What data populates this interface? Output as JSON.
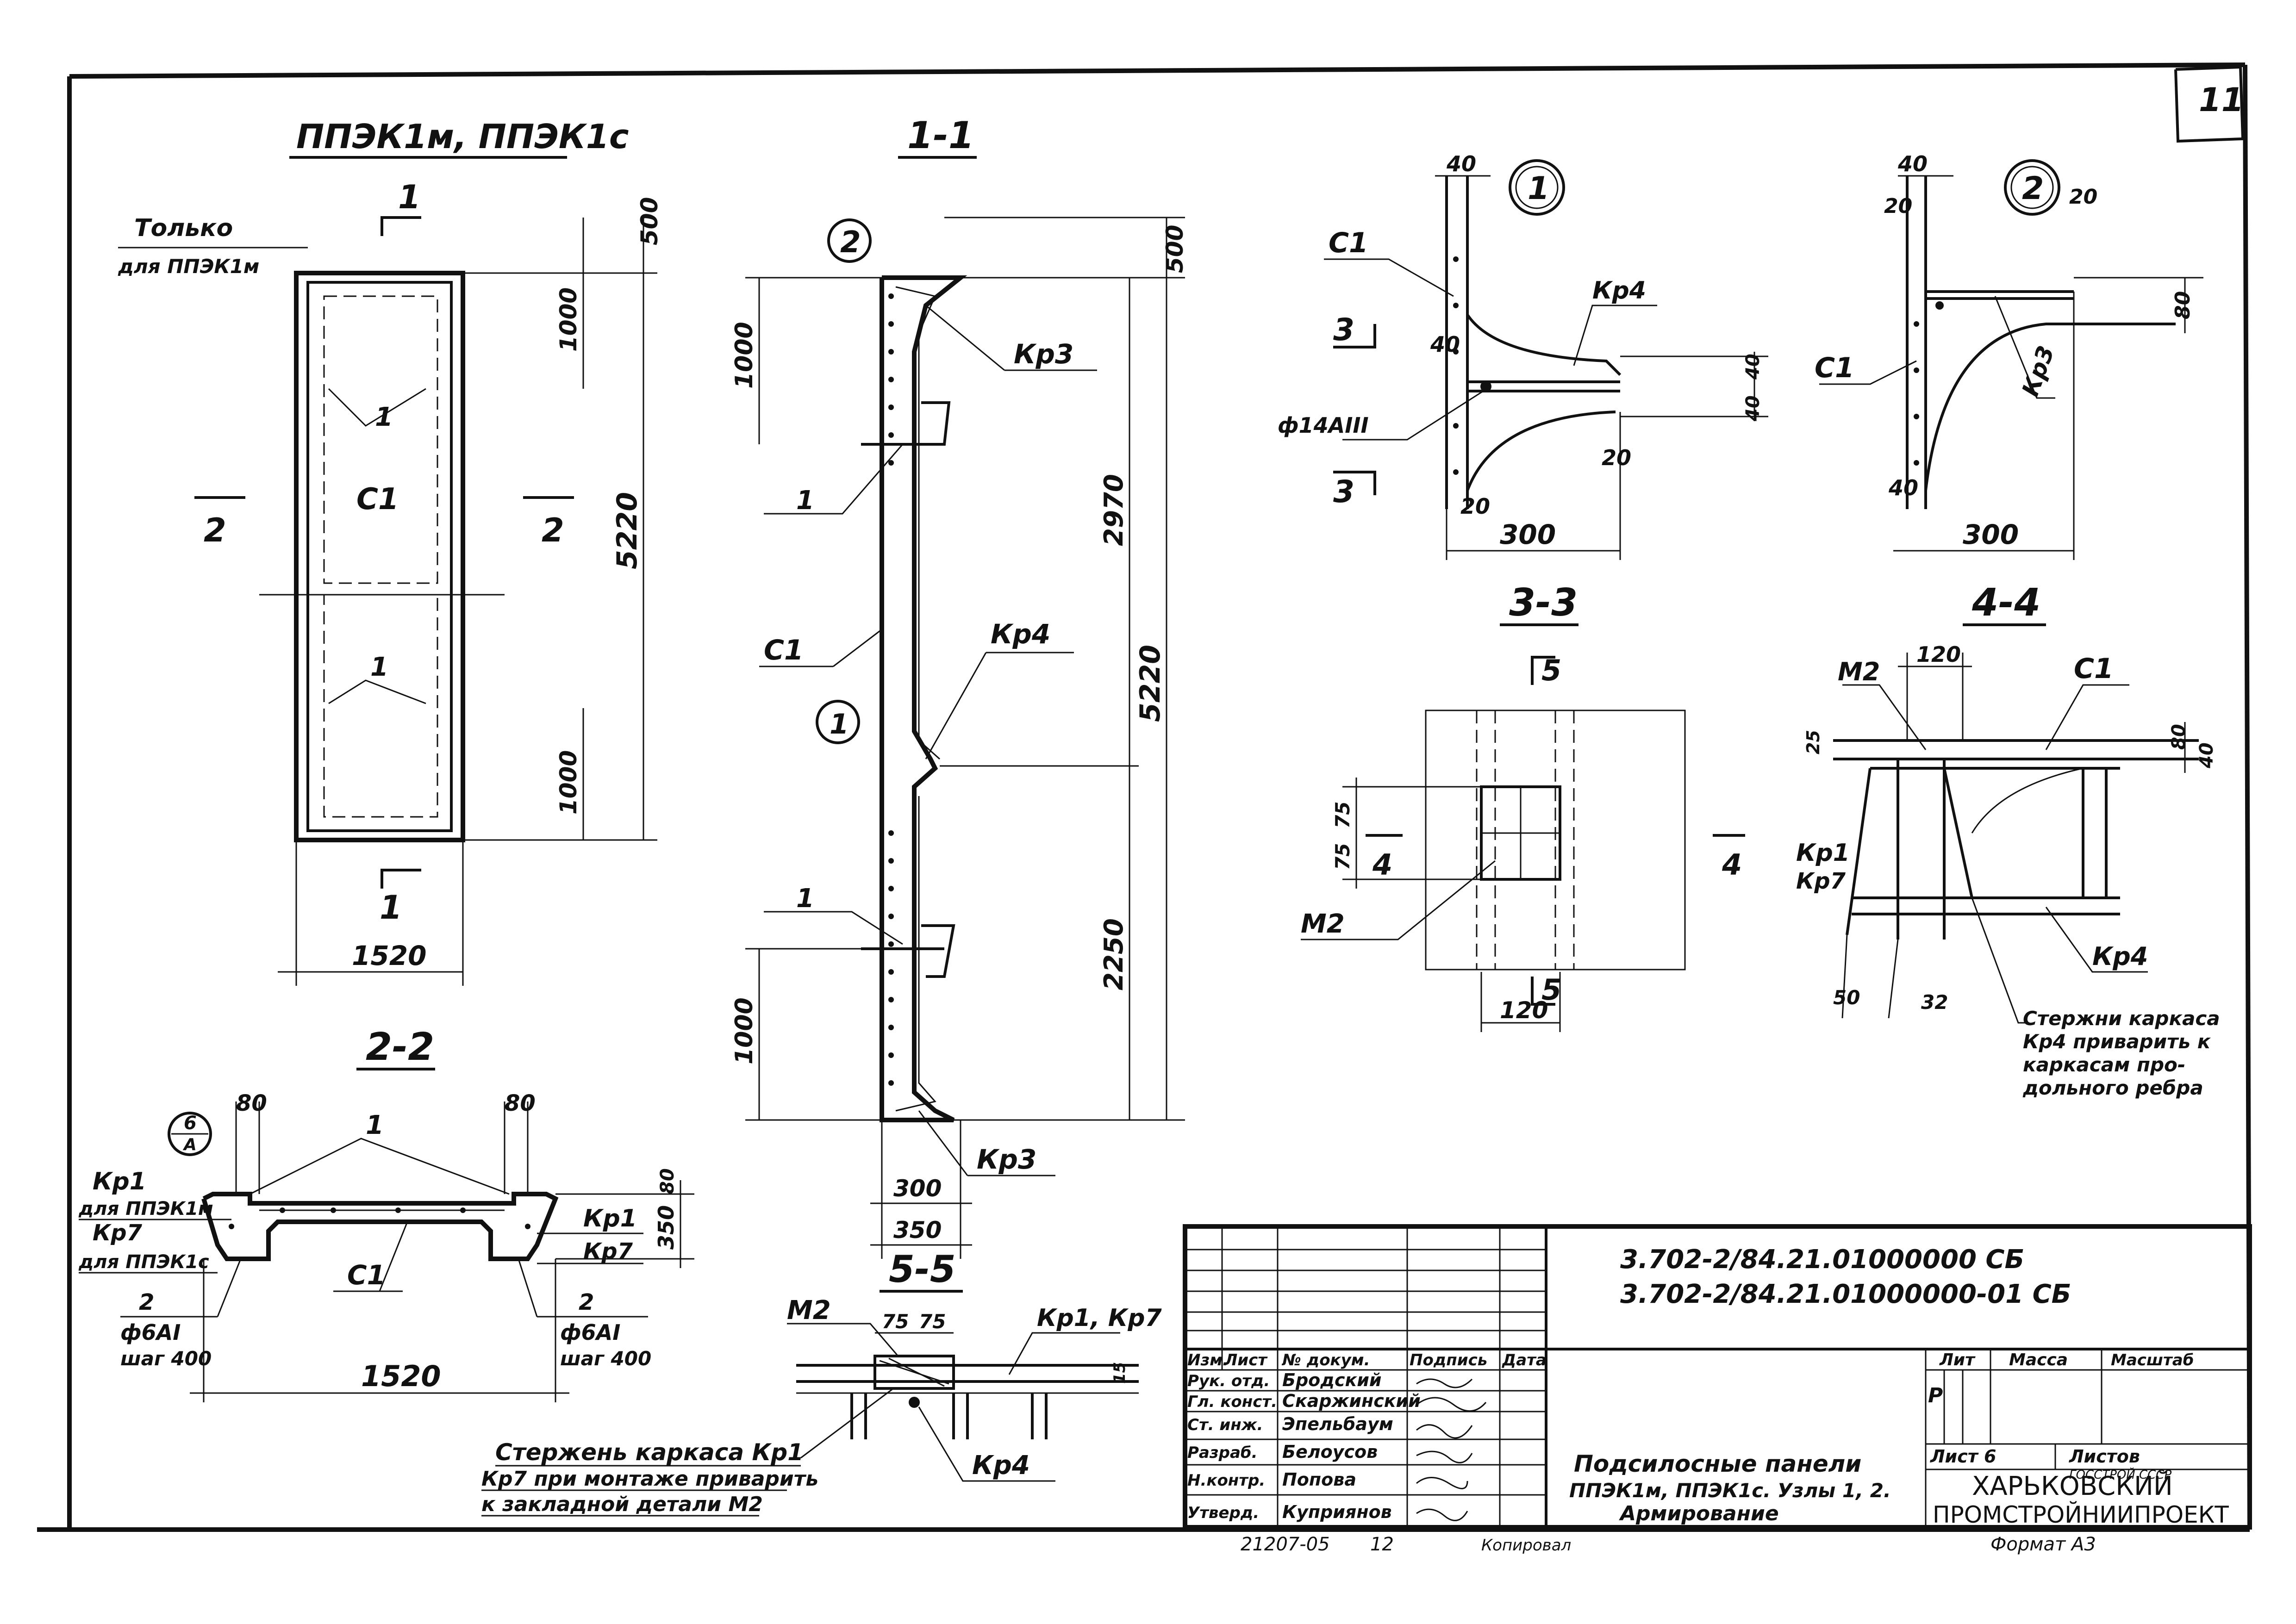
{
  "sheet_number": "11",
  "views": {
    "plan": {
      "title": "ППЭК1м, ППЭК1с",
      "note_line1": "Только",
      "note_line2": "для ППЭК1м",
      "section_mark": "1",
      "section_mark_side": "2",
      "center_label": "С1",
      "leader_label": "1",
      "dim_top": "500",
      "dim_upper": "1000",
      "dim_total": "5220",
      "dim_lower": "1000",
      "dim_width": "1520"
    },
    "section_1_1": {
      "title": "1-1",
      "node_top": "2",
      "node_mid": "1",
      "kr3_top": "Кр3",
      "kr3_bottom": "Кр3",
      "kr4": "Кр4",
      "c1": "С1",
      "leader_1": "1",
      "dim_top": "500",
      "dim_1000a": "1000",
      "dim_2970": "2970",
      "dim_5220": "5220",
      "dim_2250": "2250",
      "dim_1000b": "1000",
      "dim_300": "300",
      "dim_350": "350"
    },
    "node_1": {
      "title": "1",
      "c1": "С1",
      "kp4": "Кр4",
      "rebar": "ф14АIII",
      "sec3": "3",
      "dim_40a": "40",
      "dim_40b": "40",
      "dim_20": "20",
      "dim_20b": "20",
      "dim_300": "300",
      "dim_40c": "40",
      "dim_40d": "40"
    },
    "node_2": {
      "title": "2",
      "c1": "С1",
      "kp3": "Кр3",
      "dim_40": "40",
      "dim_20a": "20",
      "dim_20b": "20",
      "dim_80": "80",
      "dim_40b": "40",
      "dim_300": "300"
    },
    "section_3_3": {
      "title": "3-3",
      "mark5": "5",
      "mark4": "4",
      "m2": "М2",
      "dim_75a": "75",
      "dim_75b": "75",
      "dim_120": "120"
    },
    "section_4_4": {
      "title": "4-4",
      "m2": "М2",
      "c1": "С1",
      "kp1": "Кр1",
      "kp7": "Кр7",
      "kp4": "Кр4",
      "dim_120": "120",
      "dim_25": "25",
      "dim_80": "80",
      "dim_40": "40",
      "dim_50": "50",
      "dim_32": "32",
      "note": [
        "Стержни каркаса",
        "Кр4 приварить к",
        "каркасам про-",
        "дольного ребра"
      ]
    },
    "section_2_2": {
      "title": "2-2",
      "leader_1": "1",
      "dim_80a": "80",
      "dim_80b": "80",
      "dim_80c": "80",
      "dim_350": "350",
      "dim_1520": "1520",
      "mark_6": "6",
      "mark_a": "А",
      "left_kp1": "Кр1",
      "left_kp1_note": "для ППЭК1м",
      "left_kp7": "Кр7",
      "left_kp7_note": "для ППЭК1с",
      "right_kp1": "Кр1",
      "right_kp7": "Кр7",
      "c1": "С1",
      "left_rebar": [
        "2",
        "ф6АI",
        "шаг 400"
      ],
      "right_rebar": [
        "2",
        "ф6АI",
        "шаг 400"
      ]
    },
    "section_5_5": {
      "title": "5-5",
      "m2": "М2",
      "dim_75a": "75",
      "dim_75b": "75",
      "kp1kp7": "Кр1, Кр7",
      "kp4": "Кр4",
      "dim_small": "15",
      "note": [
        "Стержень каркаса Кр1",
        "Кр7 при монтаже приварить",
        "к закладной детали М2"
      ]
    }
  },
  "title_block": {
    "code1": "3.702-2/84.21.01000000 СБ",
    "code2": "3.702-2/84.21.01000000-01 СБ",
    "headers": [
      "Изм.",
      "Лист",
      "№ докум.",
      "Подпись",
      "Дата"
    ],
    "rows": [
      [
        "Рук. отд.",
        "Бродский"
      ],
      [
        "Гл. конст.",
        "Скаржинский"
      ],
      [
        "Ст. инж.",
        "Эпельбаум"
      ],
      [
        "Разраб.",
        "Белоусов"
      ],
      [
        "Н.контр.",
        "Попова"
      ],
      [
        "Утверд.",
        "Куприянов"
      ]
    ],
    "lit_header": "Лит",
    "mass_header": "Масса",
    "scale_header": "Масштаб",
    "lit_value": "Р",
    "sheet_label": "Лист 6",
    "sheets_label": "Листов",
    "description": [
      "Подсилосные панели",
      "ППЭК1м, ППЭК1с. Узлы 1, 2.",
      "Армирование"
    ],
    "organization": [
      "ХАРЬКОВСКИЙ",
      "ПРОМСТРОЙНИИПРОЕКТ"
    ],
    "stamp_small": "ГОССТРОЙ СССР"
  },
  "footer": {
    "inv": "21207-05",
    "num": "12",
    "copied": "Копировал",
    "format": "Формат А3"
  }
}
